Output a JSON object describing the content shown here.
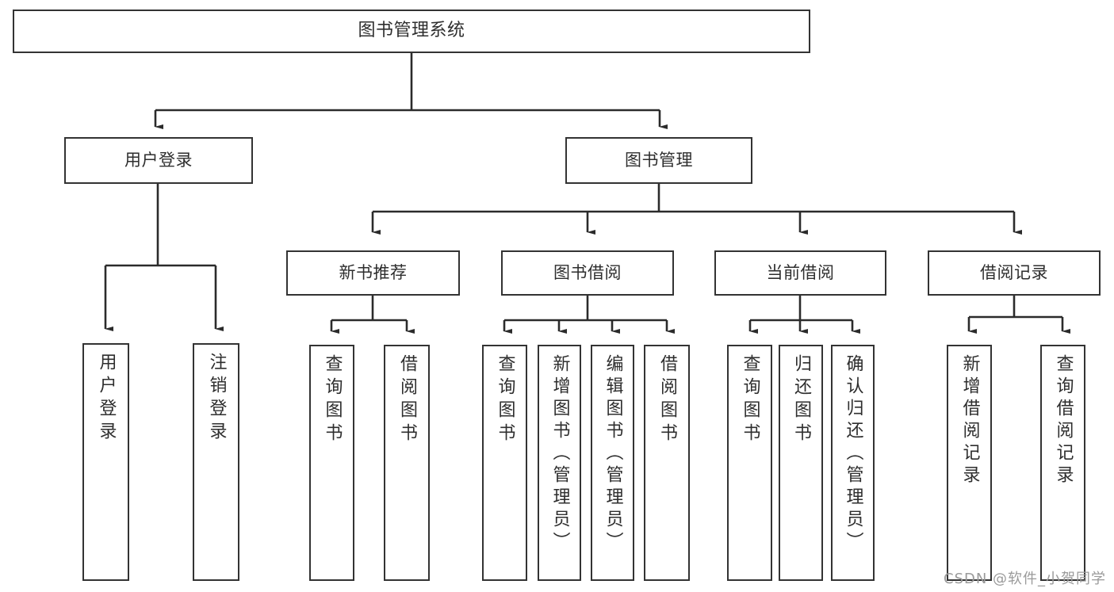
{
  "diagram": {
    "title": "图书管理系统",
    "type": "tree-hierarchy-functional-structure",
    "watermark": "CSDN @软件_小贺同学",
    "colors": {
      "box_border": "#333333",
      "box_fill": "#ffffff",
      "connector": "#2b2b2b",
      "text": "#2e2e2e",
      "watermark": "#9a9a9a",
      "background": "#ffffff"
    },
    "levels": [
      {
        "level": 0,
        "nodes": [
          {
            "id": "root",
            "label": "图书管理系统",
            "orientation": "horizontal"
          }
        ]
      },
      {
        "level": 1,
        "nodes": [
          {
            "id": "user-login",
            "label": "用户登录",
            "orientation": "horizontal",
            "parent": "root"
          },
          {
            "id": "book-manage",
            "label": "图书管理",
            "orientation": "horizontal",
            "parent": "root"
          }
        ]
      },
      {
        "level": 2,
        "nodes": [
          {
            "id": "new-book-rec",
            "label": "新书推荐",
            "orientation": "horizontal",
            "parent": "book-manage"
          },
          {
            "id": "book-borrow",
            "label": "图书借阅",
            "orientation": "horizontal",
            "parent": "book-manage"
          },
          {
            "id": "current-borrow",
            "label": "当前借阅",
            "orientation": "horizontal",
            "parent": "book-manage"
          },
          {
            "id": "borrow-record",
            "label": "借阅记录",
            "orientation": "horizontal",
            "parent": "book-manage"
          }
        ]
      },
      {
        "level": 3,
        "nodes": [
          {
            "id": "leaf-user-login",
            "label": "用户登录",
            "orientation": "vertical",
            "parent": "user-login"
          },
          {
            "id": "leaf-logout",
            "label": "注销登录",
            "orientation": "vertical",
            "parent": "user-login"
          },
          {
            "id": "leaf-query-book-1",
            "label": "查询图书",
            "orientation": "vertical",
            "parent": "new-book-rec"
          },
          {
            "id": "leaf-borrow-book-1",
            "label": "借阅图书",
            "orientation": "vertical",
            "parent": "new-book-rec"
          },
          {
            "id": "leaf-query-book-2",
            "label": "查询图书",
            "orientation": "vertical",
            "parent": "book-borrow"
          },
          {
            "id": "leaf-add-book",
            "label": "新增图书（管理员）",
            "orientation": "vertical",
            "parent": "book-borrow"
          },
          {
            "id": "leaf-edit-book",
            "label": "编辑图书（管理员）",
            "orientation": "vertical",
            "parent": "book-borrow"
          },
          {
            "id": "leaf-borrow-book-2",
            "label": "借阅图书",
            "orientation": "vertical",
            "parent": "book-borrow"
          },
          {
            "id": "leaf-query-book-3",
            "label": "查询图书",
            "orientation": "vertical",
            "parent": "current-borrow"
          },
          {
            "id": "leaf-return-book",
            "label": "归还图书",
            "orientation": "vertical",
            "parent": "current-borrow"
          },
          {
            "id": "leaf-confirm-return",
            "label": "确认归还（管理员）",
            "orientation": "vertical",
            "parent": "current-borrow"
          },
          {
            "id": "leaf-add-record",
            "label": "新增借阅记录",
            "orientation": "vertical",
            "parent": "borrow-record"
          },
          {
            "id": "leaf-query-record",
            "label": "查询借阅记录",
            "orientation": "vertical",
            "parent": "borrow-record"
          }
        ]
      }
    ]
  }
}
